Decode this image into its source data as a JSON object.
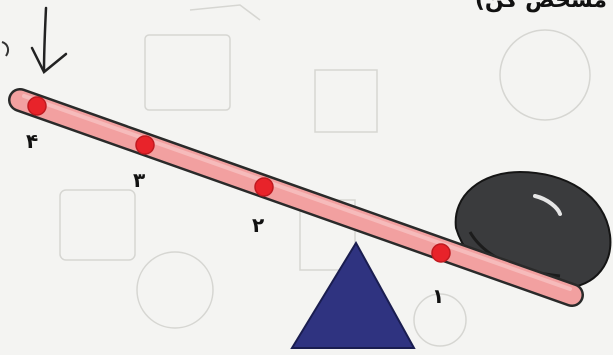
{
  "header": {
    "text": "مشخص کن)"
  },
  "positions": [
    {
      "label": "۴"
    },
    {
      "label": "۳"
    },
    {
      "label": "۲"
    },
    {
      "label": "۱"
    }
  ],
  "colors": {
    "beam_fill": "#f2a0a0",
    "beam_stroke": "#2a2a2a",
    "dot": "#e8232a",
    "fulcrum": "#2f3380",
    "rock": "#3a3b3d",
    "arrow": "#222222"
  },
  "icons": [
    "down-arrow-icon",
    "fulcrum-triangle",
    "rock-weight"
  ]
}
